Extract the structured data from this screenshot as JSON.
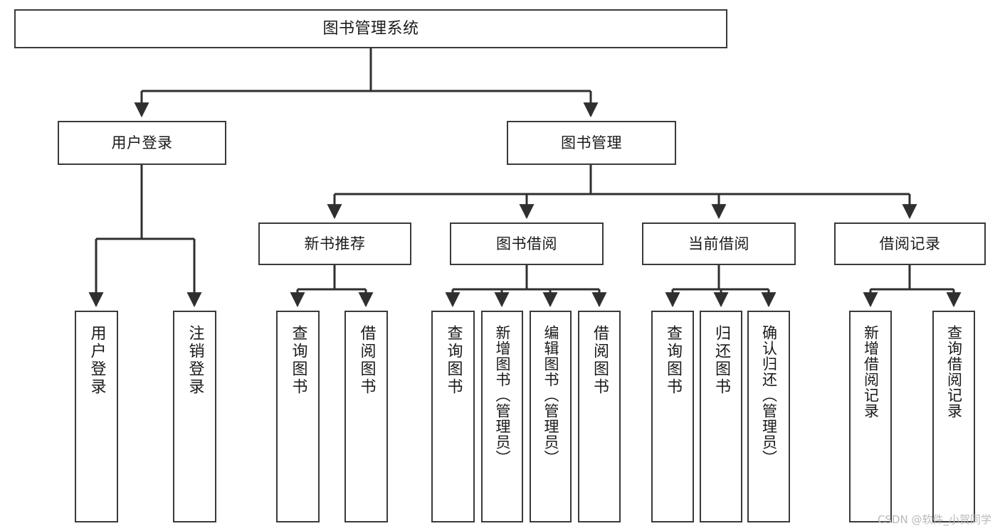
{
  "diagram": {
    "type": "tree",
    "title": "图书管理系统",
    "watermark": "CSDN @软件_小贺同学",
    "colors": {
      "box_border": "#3a3a3a",
      "box_fill": "#ffffff",
      "connector": "#2f2f2f",
      "text": "#1a1a1a",
      "watermark": "#b9b9b9"
    },
    "root": {
      "label": "图书管理系统"
    },
    "level1": [
      {
        "label": "用户登录"
      },
      {
        "label": "图书管理"
      }
    ],
    "level2": [
      {
        "label": "新书推荐"
      },
      {
        "label": "图书借阅"
      },
      {
        "label": "当前借阅"
      },
      {
        "label": "借阅记录"
      }
    ],
    "leaves": {
      "user_login": [
        {
          "label": "用户登录"
        },
        {
          "label": "注销登录"
        }
      ],
      "new_book_recommend": [
        {
          "label": "查询图书"
        },
        {
          "label": "借阅图书"
        }
      ],
      "book_borrow": [
        {
          "label": "查询图书"
        },
        {
          "label": "新增图书（管理员）"
        },
        {
          "label": "编辑图书（管理员）"
        },
        {
          "label": "借阅图书"
        }
      ],
      "current_borrow": [
        {
          "label": "查询图书"
        },
        {
          "label": "归还图书"
        },
        {
          "label": "确认归还（管理员）"
        }
      ],
      "borrow_record": [
        {
          "label": "新增借阅记录"
        },
        {
          "label": "查询借阅记录"
        }
      ]
    }
  }
}
